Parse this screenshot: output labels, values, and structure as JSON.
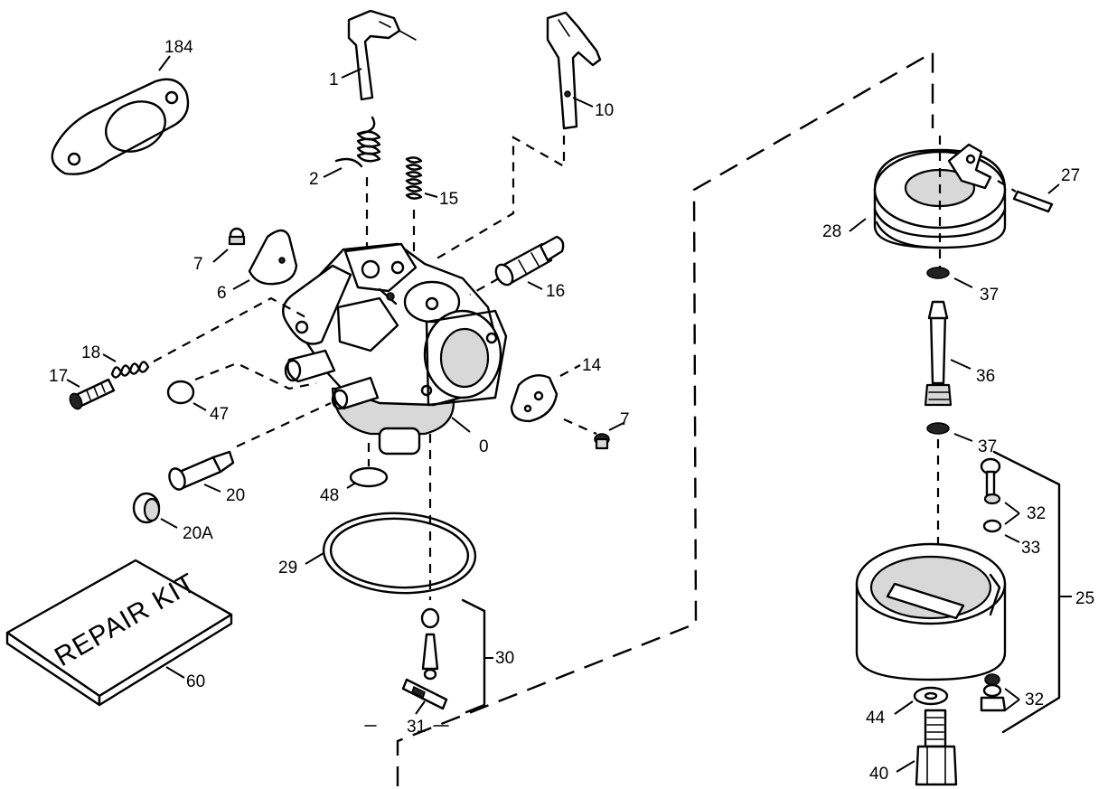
{
  "diagram": {
    "parts": {
      "p184": "184",
      "p1": "1",
      "p10": "10",
      "p2": "2",
      "p15": "15",
      "p7a": "7",
      "p6": "6",
      "p16": "16",
      "p18": "18",
      "p17": "17",
      "p47": "47",
      "p14": "14",
      "p7b": "7",
      "p0": "0",
      "p20": "20",
      "p48": "48",
      "p20A": "20A",
      "p29": "29",
      "p30": "30",
      "p60": "60",
      "p31": "31",
      "p27": "27",
      "p28": "28",
      "p37a": "37",
      "p36": "36",
      "p37b": "37",
      "p32a": "32",
      "p33": "33",
      "p25": "25",
      "p32b": "32",
      "p44": "44",
      "p40": "40"
    },
    "repair_kit_text": "REPAIR KIT"
  }
}
